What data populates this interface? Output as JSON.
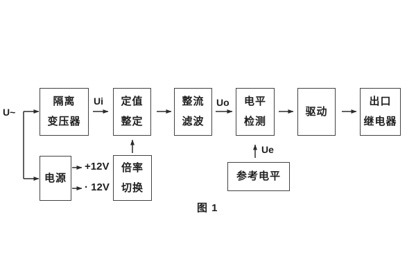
{
  "figure": {
    "caption": "图 1"
  },
  "labels": {
    "input": "U~",
    "ui": "Ui",
    "uo": "Uo",
    "ue": "Ue",
    "rail_pos": "+12V",
    "rail_neg": "· 12V"
  },
  "blocks": {
    "isolation_transformer": {
      "line1": "隔离",
      "line2": "变压器"
    },
    "value_setting": {
      "line1": "定值",
      "line2": "整定"
    },
    "rectifier_filter": {
      "line1": "整流",
      "line2": "滤波"
    },
    "level_detection": {
      "line1": "电平",
      "line2": "检测"
    },
    "driver": {
      "line1": "驱动"
    },
    "output_relay": {
      "line1": "出口",
      "line2": "继电器"
    },
    "power_supply": {
      "line1": "电源"
    },
    "ratio_switch": {
      "line1": "倍率",
      "line2": "切换"
    },
    "reference_level": {
      "line1": "参考电平"
    }
  },
  "colors": {
    "background": "#ffffff",
    "wire": "#2b2b2b",
    "box_border": "#414141",
    "text": "#1f1f1f"
  }
}
